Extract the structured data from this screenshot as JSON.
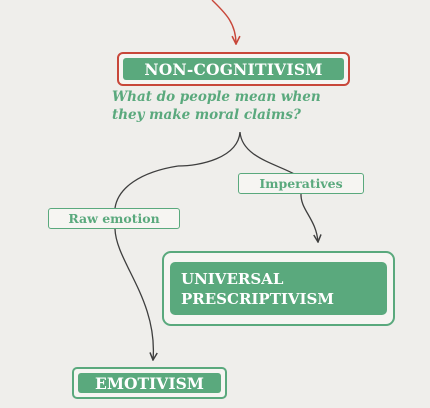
{
  "colors": {
    "background": "#efeeeb",
    "green": "#5aa97d",
    "red": "#c8473a",
    "connector": "#3e3e3e"
  },
  "nodes": {
    "non_cognitivism": "NON-COGNITIVISM",
    "question_line1": "What do people mean when",
    "question_line2": "they make moral claims?",
    "universal_line1": "UNIVERSAL",
    "universal_line2": "PRESCRIPTIVISM",
    "emotivism": "EMOTIVISM"
  },
  "edge_labels": {
    "imperatives": "Imperatives",
    "raw_emotion": "Raw emotion"
  }
}
